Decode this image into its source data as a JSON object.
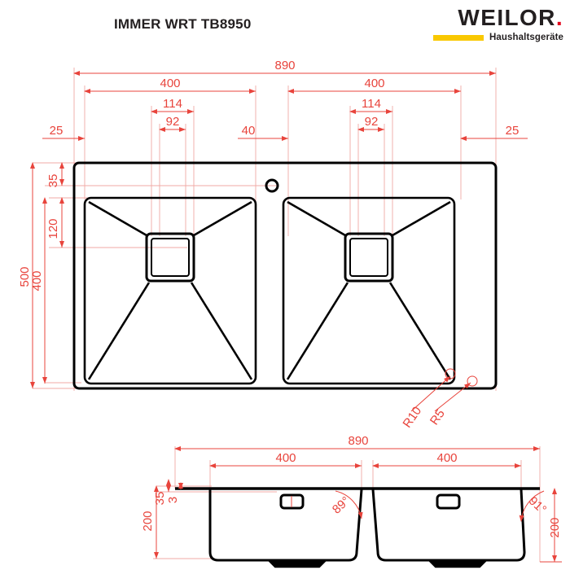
{
  "header": {
    "product_title": "IMMER WRT TB8950",
    "brand": "WEILOR",
    "brand_dot": ".",
    "brand_subtitle": "Haushaltsgeräte",
    "brand_color": "#231f20",
    "accent_color": "#f9c800",
    "dot_color": "#e2001a"
  },
  "drawing": {
    "line_color": "#000000",
    "dimension_color": "#e8443c",
    "top_view": {
      "name": "top-view",
      "horizontal_dimensions": {
        "overall_width": "890",
        "left_bowl_width": "400",
        "right_bowl_width": "400",
        "left_edge_margin": "25",
        "right_edge_margin": "25",
        "center_gap": "40",
        "left_drain_outer": "114",
        "left_drain_inner": "92",
        "right_drain_outer": "114",
        "right_drain_inner": "92"
      },
      "vertical_dimensions": {
        "overall_depth": "500",
        "bowl_depth": "400",
        "top_margin": "35",
        "drain_offset": "120"
      },
      "radii": {
        "outer_radius": "R10",
        "inner_radius": "R5"
      }
    },
    "section_view": {
      "name": "front-section-view",
      "horizontal_dimensions": {
        "overall_width": "890",
        "left_bowl_width": "400",
        "right_bowl_width": "400"
      },
      "vertical_dimensions": {
        "left_bowl_height": "200",
        "right_bowl_height": "200",
        "rim_height": "35",
        "rim_thickness": "3"
      },
      "angles": {
        "left_wall_angle": "89°",
        "right_wall_angle": "91°"
      }
    }
  }
}
